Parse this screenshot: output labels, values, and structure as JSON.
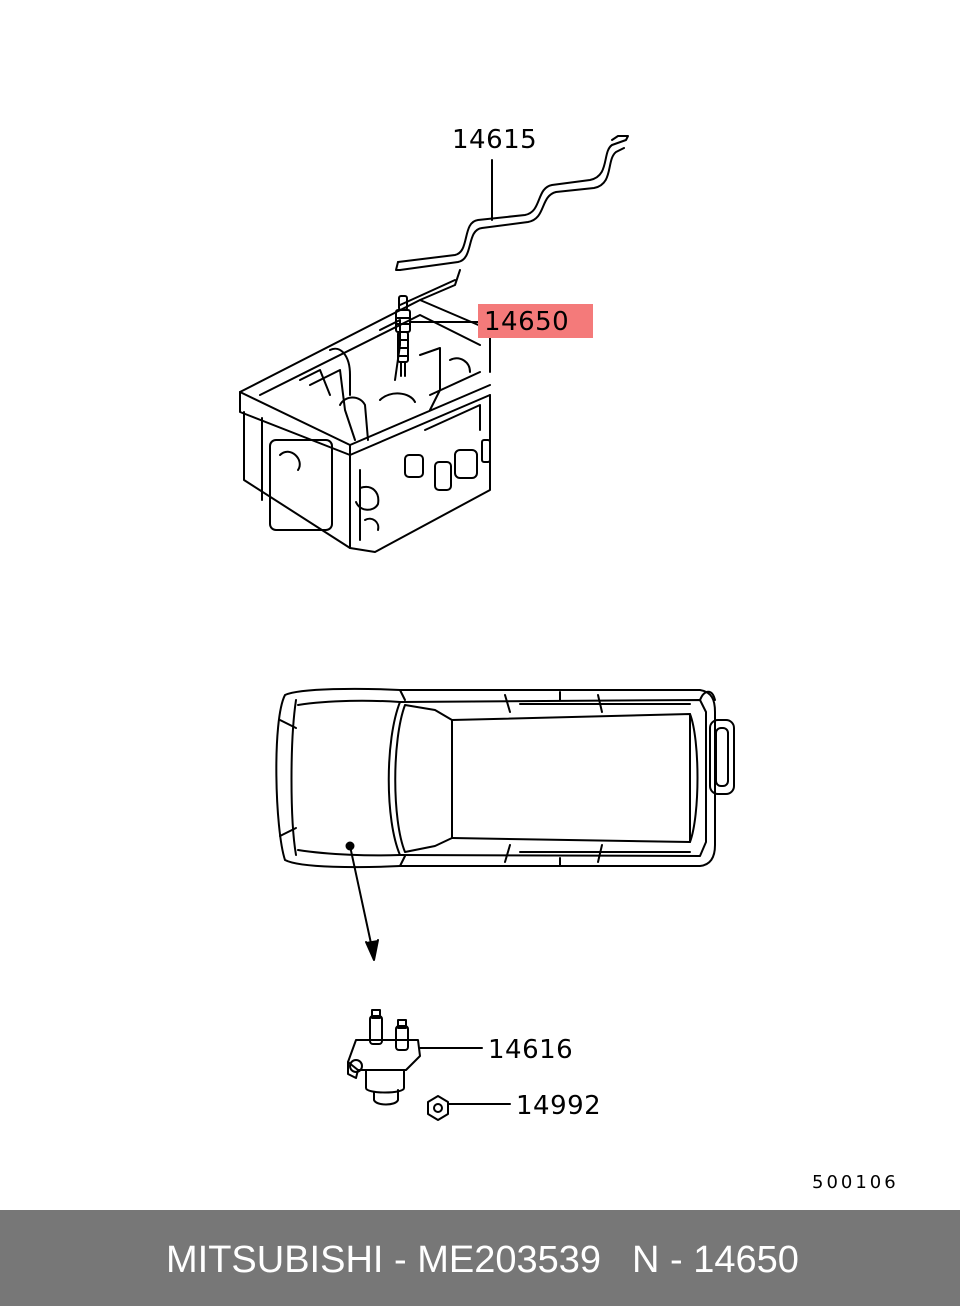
{
  "callouts": {
    "gasket": "14615",
    "glow_plug": "14650",
    "relay": "14616",
    "nut": "14992"
  },
  "diagram_code": "500106",
  "highlight_color": "#f47a7a",
  "footer": {
    "brand_part": "MITSUBISHI - ME203539",
    "ref": "N - 14650",
    "background": "#777777"
  }
}
